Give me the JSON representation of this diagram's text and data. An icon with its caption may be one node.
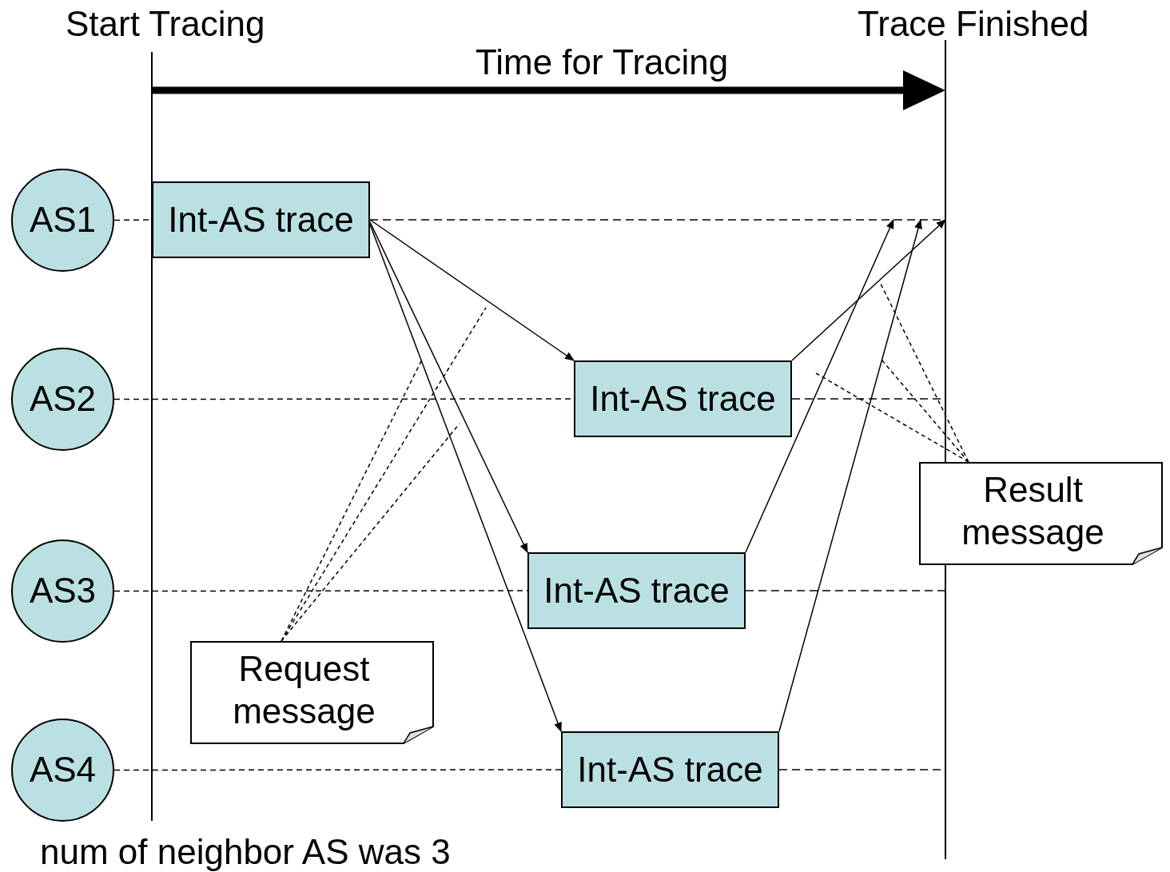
{
  "diagram": {
    "nodes": [
      {
        "text": [
          "AS1"
        ]
      },
      {
        "text": [
          "AS2"
        ]
      },
      {
        "text": [
          "AS3"
        ]
      },
      {
        "text": [
          "AS4"
        ]
      },
      {
        "text": [
          "Int-AS trace"
        ]
      },
      {
        "text": [
          "Int-AS trace"
        ]
      },
      {
        "text": [
          "Int-AS trace"
        ]
      },
      {
        "text": [
          "Int-AS trace"
        ]
      },
      {
        "text": [
          "Request message"
        ]
      },
      {
        "text": [
          "Result message"
        ]
      }
    ],
    "edges": [
      {
        "from": 0,
        "to": 4,
        "arrow": "none",
        "style": "dashed"
      },
      {
        "from": 1,
        "to": 5,
        "arrow": "none",
        "style": "dashed"
      },
      {
        "from": 2,
        "to": 6,
        "arrow": "none",
        "style": "dashed"
      },
      {
        "from": 3,
        "to": 7,
        "arrow": "none",
        "style": "dashed"
      },
      {
        "from": 4,
        "to": 5,
        "arrow": "to"
      },
      {
        "from": 4,
        "to": 6,
        "arrow": "to"
      },
      {
        "from": 4,
        "to": 7,
        "arrow": "to"
      },
      {
        "from": 5,
        "to": null,
        "arrow": "to"
      },
      {
        "from": 6,
        "to": null,
        "arrow": "to"
      },
      {
        "from": 7,
        "to": null,
        "arrow": "to"
      },
      {
        "from": 8,
        "to": null,
        "arrow": "none",
        "style": "dashed"
      },
      {
        "from": 8,
        "to": null,
        "arrow": "none",
        "style": "dashed"
      },
      {
        "from": 8,
        "to": null,
        "arrow": "none",
        "style": "dashed"
      },
      {
        "from": 9,
        "to": null,
        "arrow": "none",
        "style": "dashed"
      },
      {
        "from": 9,
        "to": null,
        "arrow": "none",
        "style": "dashed"
      },
      {
        "from": 9,
        "to": null,
        "arrow": "none",
        "style": "dashed"
      }
    ],
    "labels": [
      "Start Tracing",
      "Trace Finished",
      "Time for Tracing",
      "num of neighbor AS was 3"
    ]
  }
}
